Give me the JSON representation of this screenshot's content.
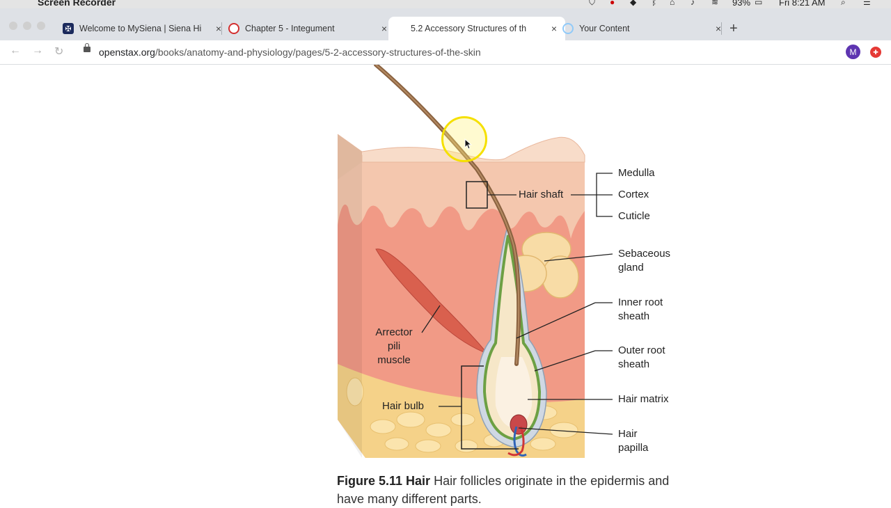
{
  "menubar": {
    "app_name": "Screen Recorder",
    "battery": "93%",
    "clock": "Fri 8:21 AM"
  },
  "tabs": [
    {
      "label": "Welcome to MySiena | Siena Hi",
      "icon": "siena-logo-icon",
      "active": false
    },
    {
      "label": "Chapter 5 - Integument",
      "icon": "canvas-logo-icon",
      "active": false
    },
    {
      "label": "5.2 Accessory Structures of th",
      "icon": "openstax-book-icon",
      "active": true
    },
    {
      "label": "Your Content",
      "icon": "loading-icon",
      "active": false
    }
  ],
  "newtab_label": "+",
  "toolbar": {
    "url_domain": "openstax.org",
    "url_path": "/books/anatomy-and-physiology/pages/5-2-accessory-structures-of-the-skin",
    "avatar_letter": "M"
  },
  "figure": {
    "labels": {
      "medulla": "Medulla",
      "cortex": "Cortex",
      "cuticle": "Cuticle",
      "hair_shaft": "Hair shaft",
      "sebaceous_1": "Sebaceous",
      "sebaceous_2": "gland",
      "inner_root_1": "Inner root",
      "inner_root_2": "sheath",
      "outer_root_1": "Outer root",
      "outer_root_2": "sheath",
      "hair_matrix": "Hair matrix",
      "hair_papilla_1": "Hair",
      "hair_papilla_2": "papilla",
      "arrector_1": "Arrector",
      "arrector_2": "pili",
      "arrector_3": "muscle",
      "hair_bulb": "Hair bulb"
    },
    "caption_bold": "Figure 5.11 Hair",
    "caption_text": " Hair follicles originate in the epidermis and have many different parts."
  },
  "colors": {
    "accent": "#5e35b1",
    "skin": "#f4a08b",
    "epidermis": "#f6d3bd",
    "hair": "#8a6240",
    "highlight": "#f5e000"
  }
}
